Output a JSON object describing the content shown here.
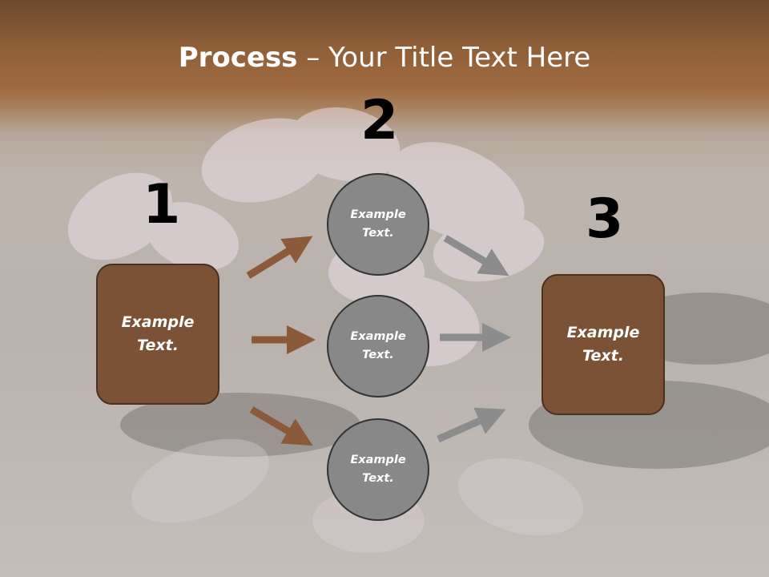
{
  "title": {
    "bold": "Process",
    "rest": " – Your Title Text Here"
  },
  "steps": {
    "one": {
      "number": "1",
      "text": "Example Text."
    },
    "two": {
      "number": "2",
      "items": [
        "Example Text.",
        "Example Text.",
        "Example Text."
      ]
    },
    "three": {
      "number": "3",
      "text": "Example Text."
    }
  },
  "colors": {
    "brown": "#7b5236",
    "arrow_brown": "#8a5a3a",
    "gray": "#898888",
    "arrow_gray": "#8c8c8c"
  }
}
